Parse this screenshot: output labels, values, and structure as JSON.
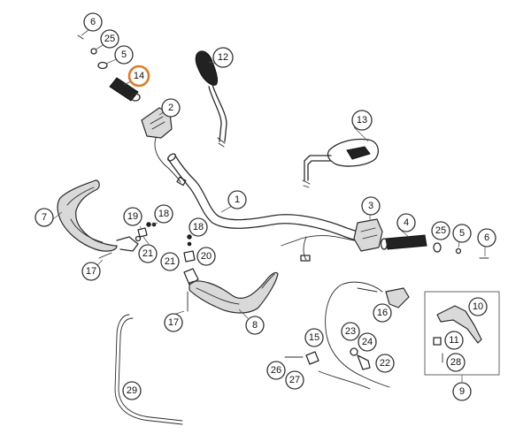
{
  "accent_color": "#e07a2a",
  "highlighted_part": "14",
  "callouts": {
    "c1": "1",
    "c2": "2",
    "c3": "3",
    "c4": "4",
    "c5a": "5",
    "c5b": "5",
    "c6a": "6",
    "c6b": "6",
    "c7": "7",
    "c8": "8",
    "c9": "9",
    "c10": "10",
    "c11": "11",
    "c12": "12",
    "c13": "13",
    "c14": "14",
    "c15": "15",
    "c16": "16",
    "c17a": "17",
    "c17b": "17",
    "c18a": "18",
    "c18b": "18",
    "c19": "19",
    "c20": "20",
    "c21a": "21",
    "c21b": "21",
    "c22": "22",
    "c23": "23",
    "c24": "24",
    "c25a": "25",
    "c25b": "25",
    "c26": "26",
    "c27": "27",
    "c28": "28",
    "c29": "29"
  }
}
